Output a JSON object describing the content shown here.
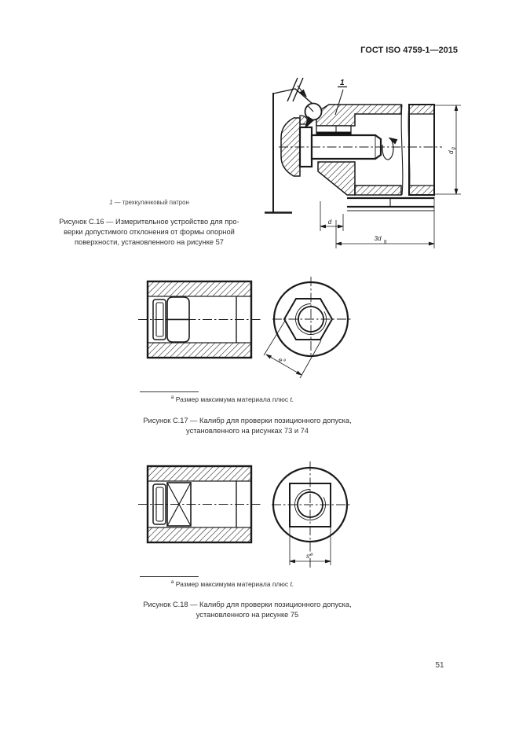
{
  "page": {
    "header": "ГОСТ ISO 4759-1—2015",
    "page_number": "51"
  },
  "figure_c16": {
    "callout": "1",
    "legend_key": "1",
    "legend_sep": " — ",
    "legend_text": "трехкулачковый патрон",
    "caption": {
      "line1": "Рисунок С.16 — Измерительное устройство для про-",
      "line2": "верки допустимого отклонения от формы опорной",
      "line3": "поверхности, установленного на рисунке 57"
    },
    "dims": {
      "d": "d",
      "len": "3d",
      "len_sub": "g",
      "dia": "d",
      "dia_sub": "g"
    }
  },
  "figure_c17": {
    "dim": {
      "base": "e",
      "sup": "a"
    },
    "footnote": {
      "marker": "a",
      "text": "Размер максимума материала плюс ",
      "var": "t."
    },
    "caption": {
      "line1": "Рисунок С.17 — Калибр для проверки позиционного допуска,",
      "line2": "установленного на рисунках 73 и 74"
    }
  },
  "figure_c18": {
    "dim": {
      "base": "s",
      "sup": "a"
    },
    "footnote": {
      "marker": "a",
      "text": "Размер максимума материала плюс ",
      "var": "t."
    },
    "caption": {
      "line1": "Рисунок С.18 — Калибр для проверки позиционного допуска,",
      "line2": "установленного на рисунке 75"
    }
  }
}
